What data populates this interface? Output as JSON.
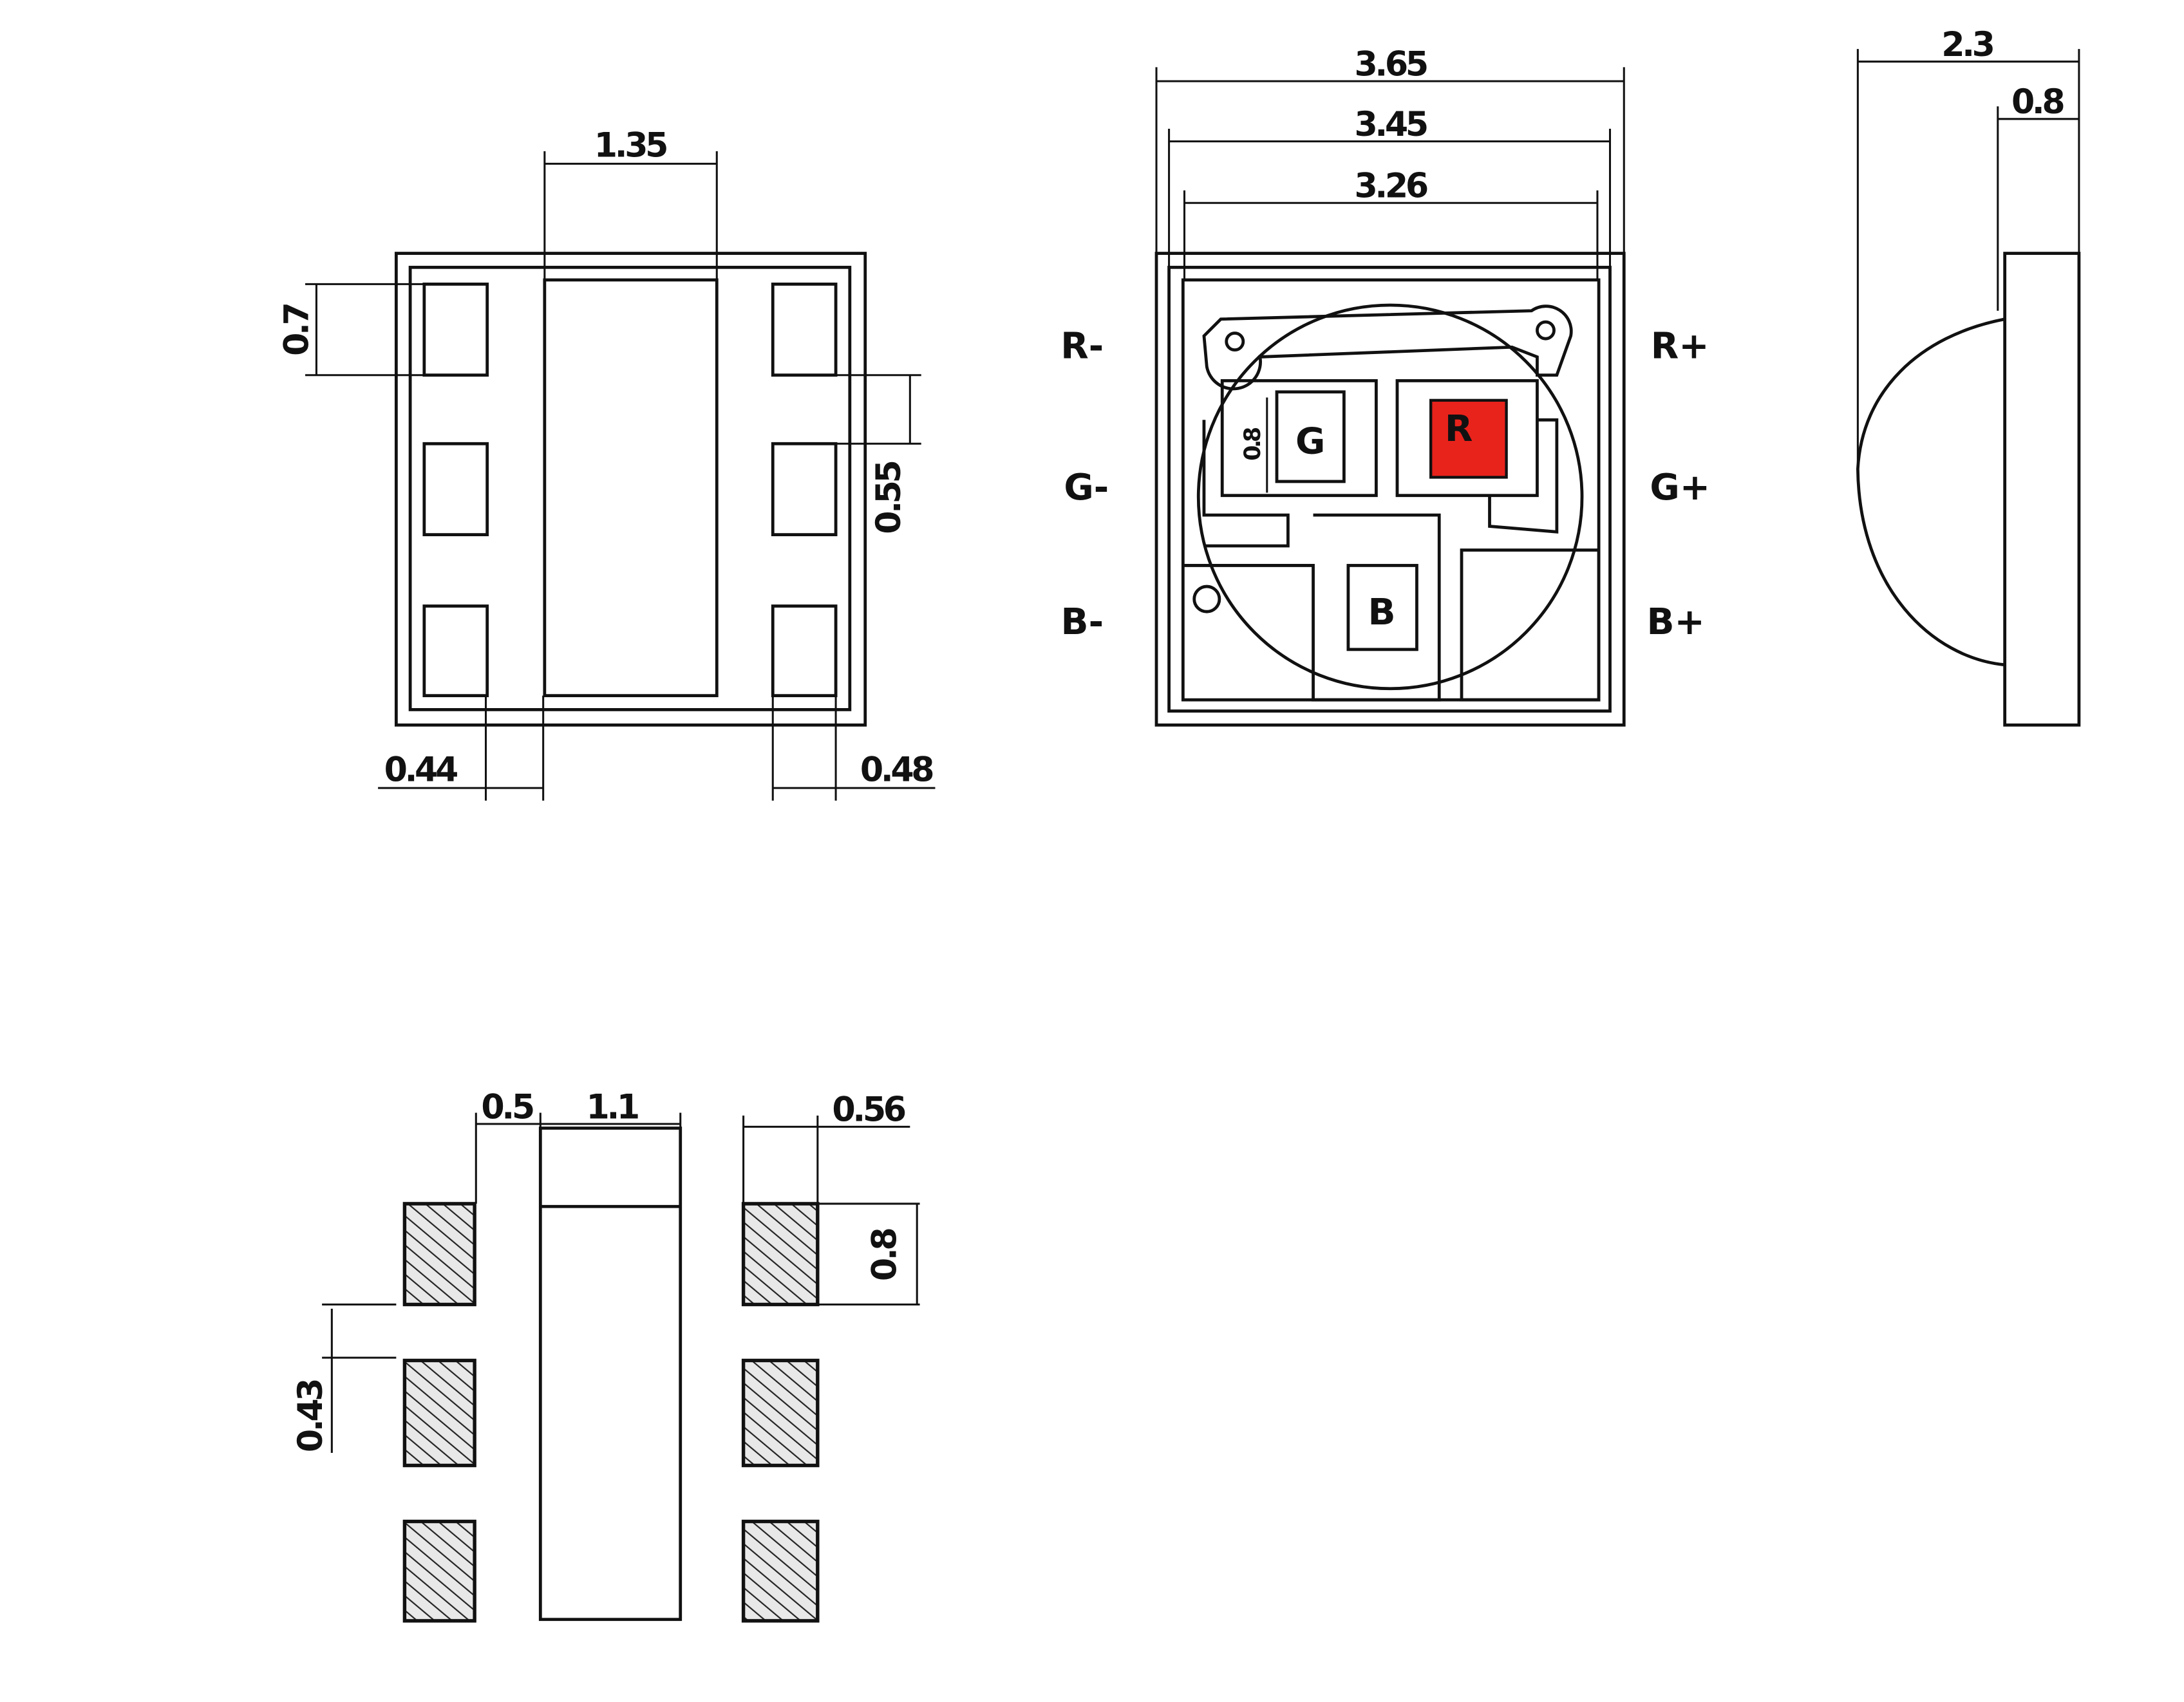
{
  "top_view": {
    "dimensions": {
      "center_width": "1.35",
      "pad_height": "0.7",
      "pad_gap": "0.55",
      "left_margin": "0.44",
      "right_margin": "0.48"
    }
  },
  "front_view": {
    "dimensions": {
      "outer_width": "3.65",
      "mid_width": "3.45",
      "inner_width": "3.26",
      "inner_pad": "0.8"
    },
    "pins": {
      "r_minus": "R-",
      "g_minus": "G-",
      "b_minus": "B-",
      "r_plus": "R+",
      "g_plus": "G+",
      "b_plus": "B+"
    },
    "chips": {
      "green": "G",
      "red": "R",
      "blue": "B"
    },
    "colors": {
      "red_chip": "#e8231c"
    }
  },
  "side_view": {
    "dimensions": {
      "height": "2.3",
      "base": "0.8"
    }
  },
  "footprint_view": {
    "dimensions": {
      "pad_width": "0.5",
      "center_width": "1.1",
      "right_pad_width": "0.56",
      "pad_height": "0.8",
      "pad_gap": "0.43"
    }
  }
}
